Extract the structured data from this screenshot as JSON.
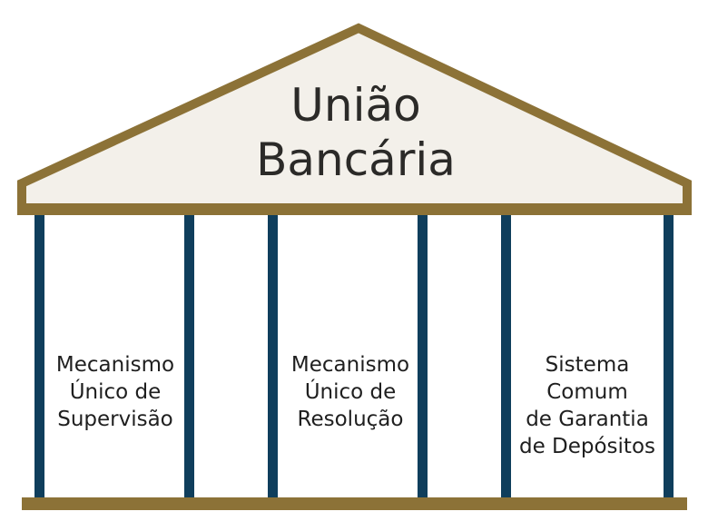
{
  "colors": {
    "gold": "#8c7237",
    "roof_fill": "#f3f0ea",
    "column_blue": "#0f3e5c",
    "title_text": "#2b2a28",
    "label_text": "#1f1f1f"
  },
  "roof": {
    "title_line_1": "União",
    "title_line_2": "Bancária"
  },
  "pillars": [
    {
      "lines": [
        "Mecanismo",
        "Único de",
        "Supervisão"
      ]
    },
    {
      "lines": [
        "Mecanismo",
        "Único de",
        "Resolução"
      ]
    },
    {
      "lines": [
        "Sistema",
        "Comum",
        "de Garantia",
        "de Depósitos"
      ]
    }
  ]
}
